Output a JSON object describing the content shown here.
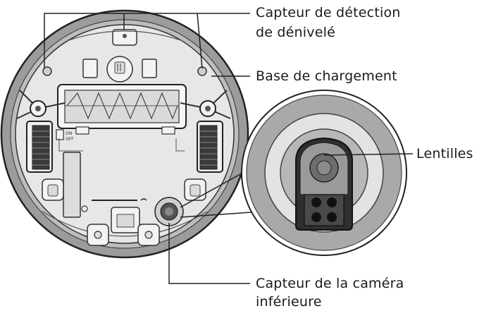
{
  "labels": {
    "cliff_sensor_line1": "Capteur de détection",
    "cliff_sensor_line2": "de dénivelé",
    "charging_base": "Base de chargement",
    "lenses": "Lentilles",
    "camera_sensor_line1": "Capteur de la caméra",
    "camera_sensor_line2": "inférieure"
  },
  "switch": {
    "on": "ON",
    "off": "OFF"
  },
  "colors": {
    "outline": "#2a2a2a",
    "body_gray": "#a9a9a9",
    "inner_gray": "#e6e6e6",
    "dark": "#3a3a3a"
  }
}
